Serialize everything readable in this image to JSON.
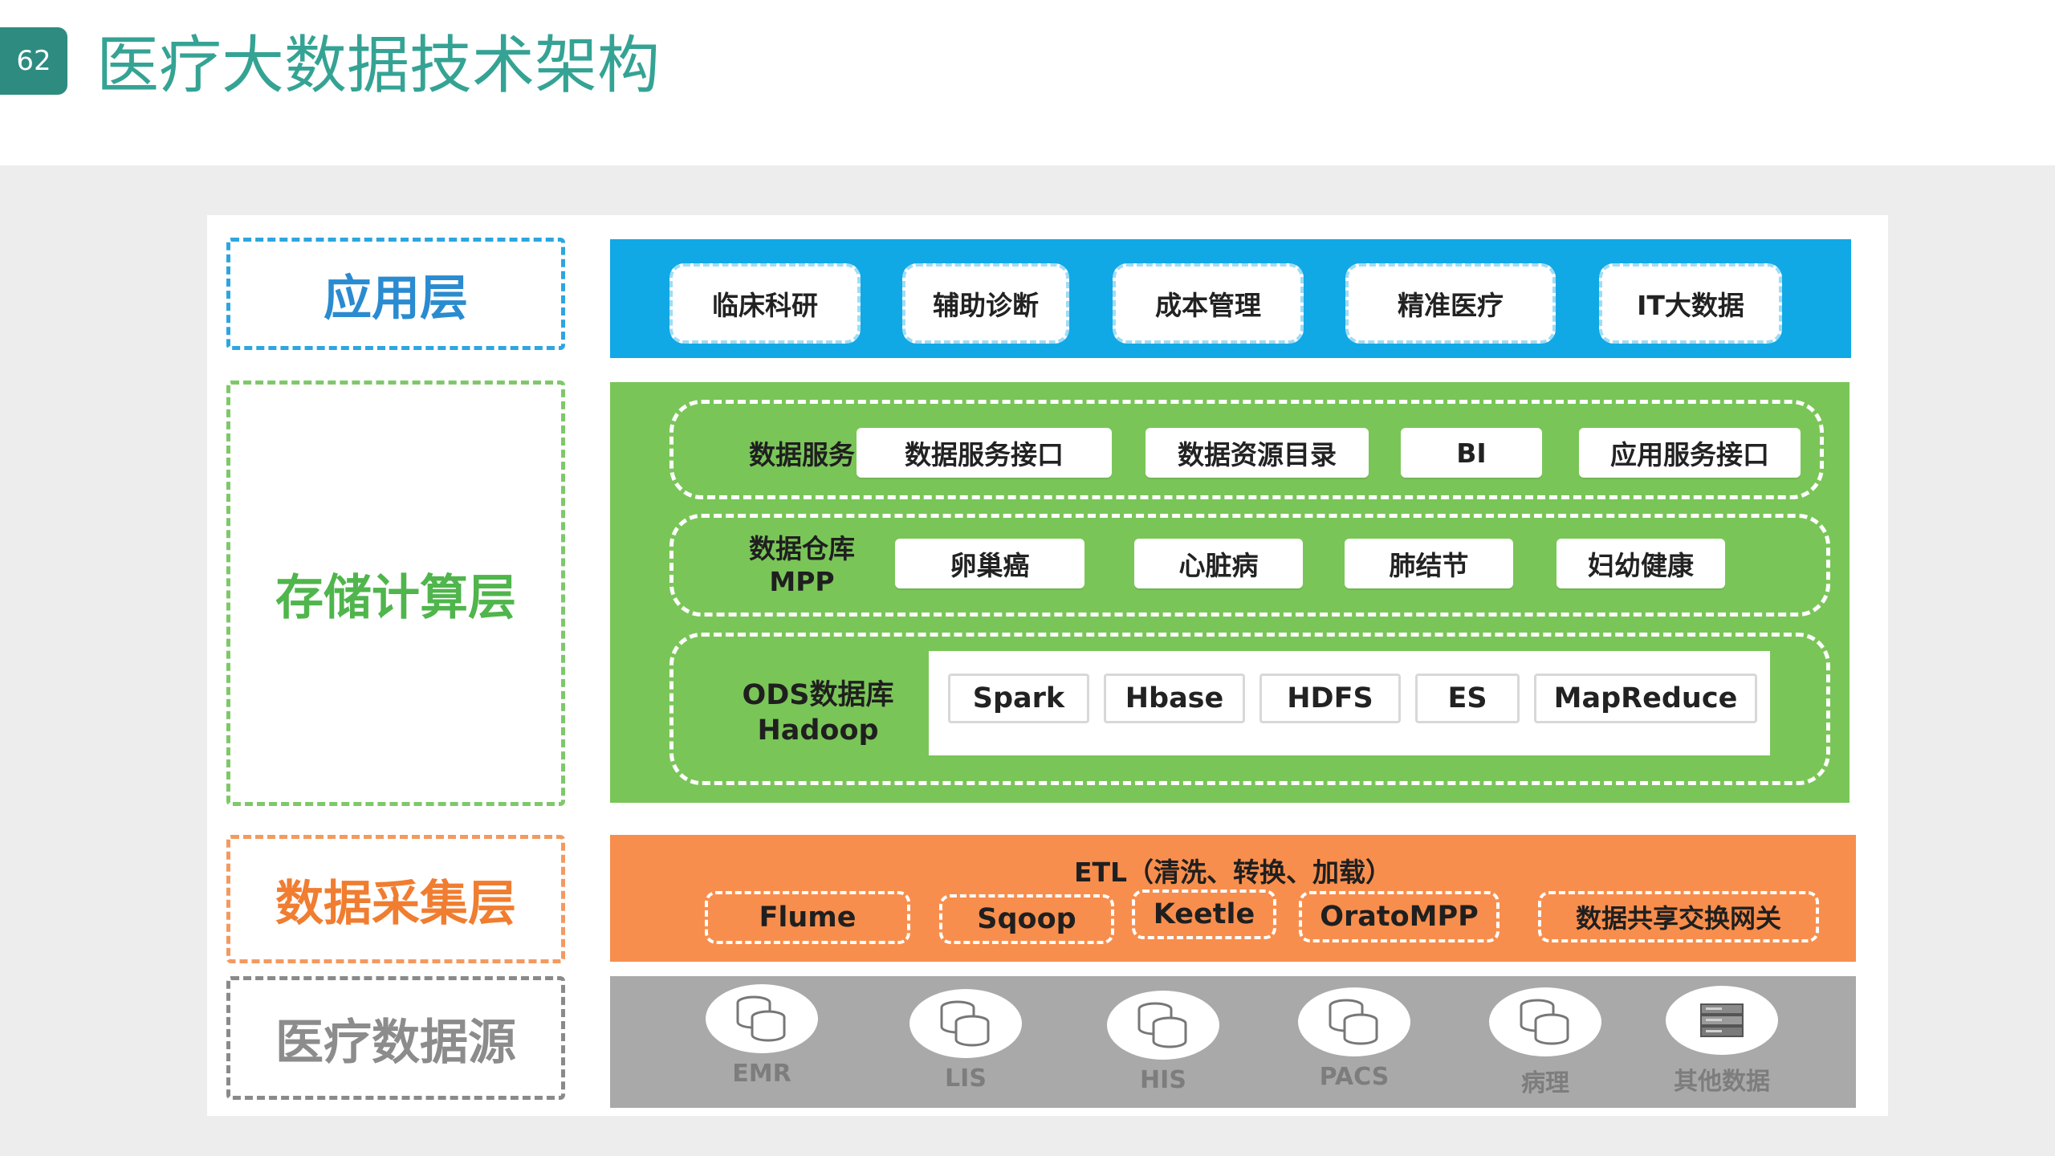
{
  "slide": {
    "number": "62",
    "title": "医疗大数据技术架构"
  },
  "layers": {
    "app": "应用层",
    "storage": "存储计算层",
    "collect": "数据采集层",
    "source": "医疗数据源"
  },
  "app_layer": {
    "items": [
      "临床科研",
      "辅助诊断",
      "成本管理",
      "精准医疗",
      "IT大数据"
    ]
  },
  "storage_layer": {
    "service": {
      "label": "数据服务",
      "items": [
        "数据服务接口",
        "数据资源目录",
        "BI",
        "应用服务接口"
      ]
    },
    "warehouse": {
      "label_line1": "数据仓库",
      "label_line2": "MPP",
      "items": [
        "卵巢癌",
        "心脏病",
        "肺结节",
        "妇幼健康"
      ]
    },
    "ods": {
      "label_line1": "ODS数据库",
      "label_line2": "Hadoop",
      "items": [
        "Spark",
        "Hbase",
        "HDFS",
        "ES",
        "MapReduce"
      ]
    }
  },
  "collect_layer": {
    "title": "ETL（清洗、转换、加载）",
    "tools": [
      "Flume",
      "Sqoop",
      "Keetle",
      "OratoMPP",
      "数据共享交换网关"
    ]
  },
  "source_layer": {
    "items": [
      {
        "label": "EMR",
        "icon": "database-icon"
      },
      {
        "label": "LIS",
        "icon": "database-icon"
      },
      {
        "label": "HIS",
        "icon": "database-icon"
      },
      {
        "label": "PACS",
        "icon": "database-icon"
      },
      {
        "label": "病理",
        "icon": "database-icon"
      },
      {
        "label": "其他数据",
        "icon": "server-icon"
      }
    ]
  },
  "colors": {
    "app": "#11a8e6",
    "storage": "#7ac558",
    "collect": "#f88e4d",
    "source": "#a9a9a9",
    "title": "#35a394"
  }
}
